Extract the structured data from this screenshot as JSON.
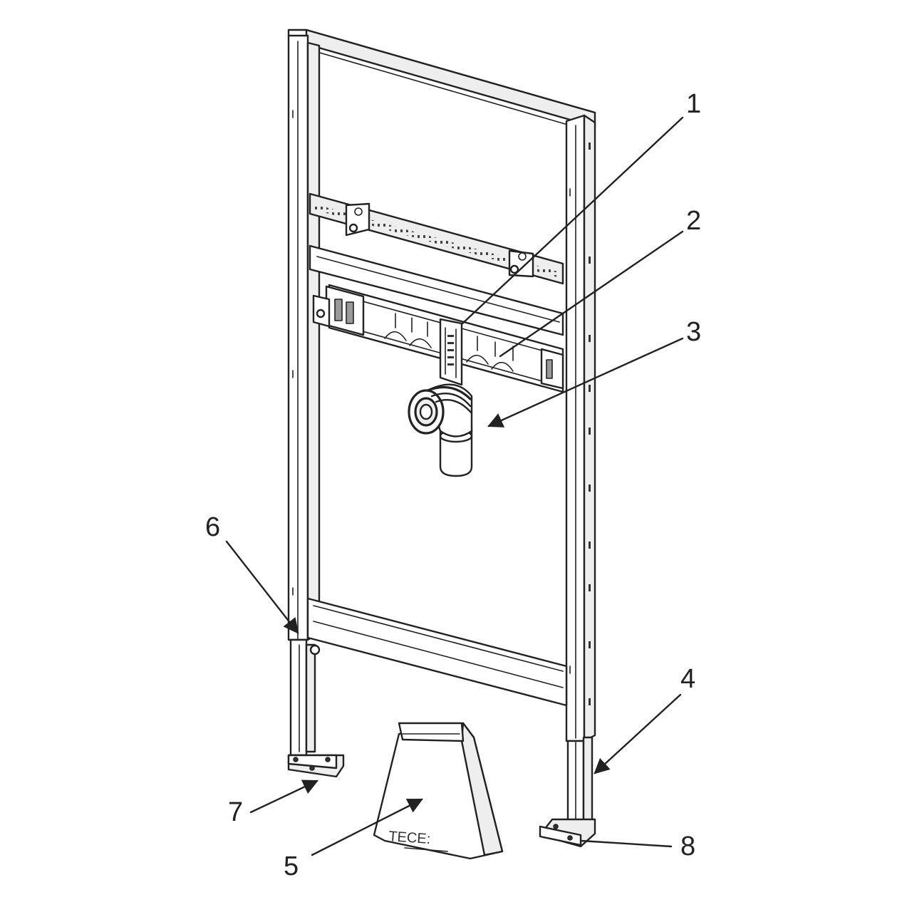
{
  "diagram": {
    "brand_text": "TECE:",
    "callouts": [
      {
        "id": "1",
        "label": "1"
      },
      {
        "id": "2",
        "label": "2"
      },
      {
        "id": "3",
        "label": "3"
      },
      {
        "id": "4",
        "label": "4"
      },
      {
        "id": "5",
        "label": "5"
      },
      {
        "id": "6",
        "label": "6"
      },
      {
        "id": "7",
        "label": "7"
      },
      {
        "id": "8",
        "label": "8"
      }
    ]
  },
  "colors": {
    "line": "#222222",
    "background": "#ffffff"
  }
}
